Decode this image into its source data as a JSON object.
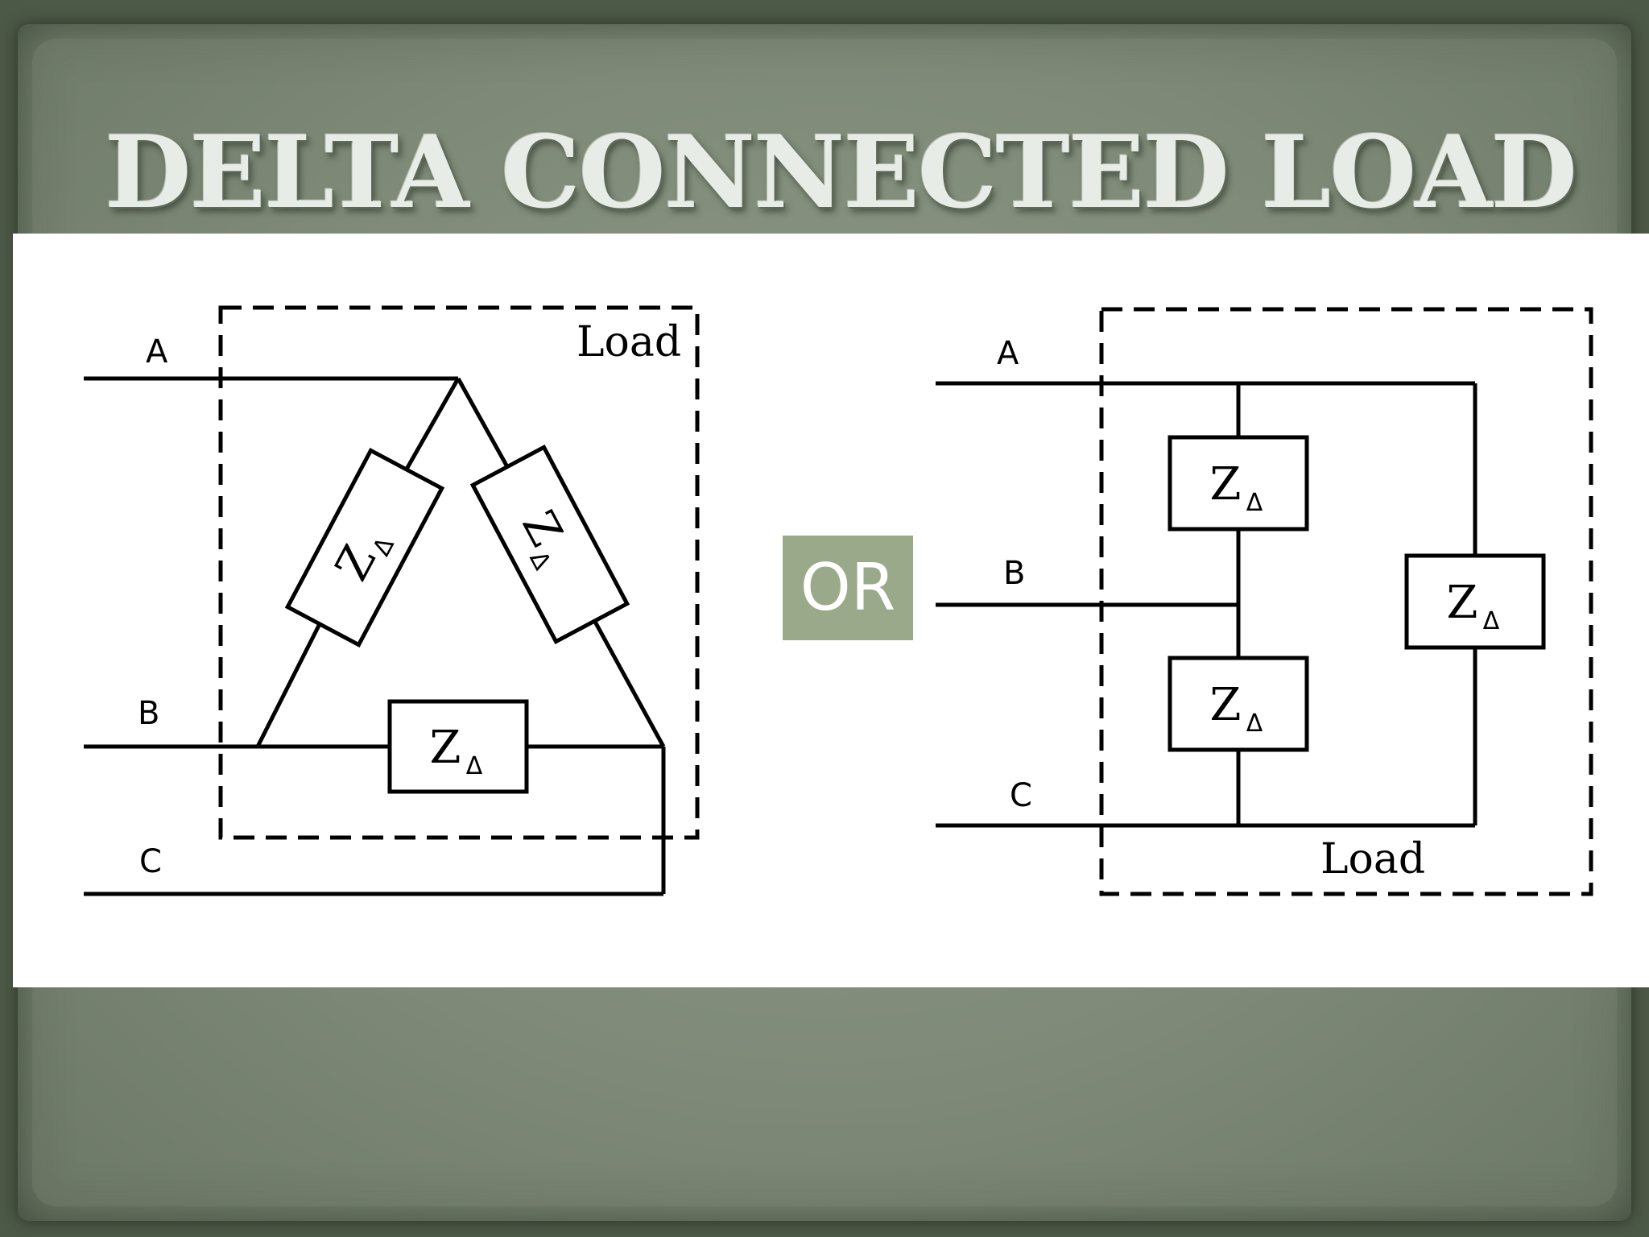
{
  "slide": {
    "title": "DELTA CONNECTED LOAD",
    "separator": "OR"
  },
  "left_diagram": {
    "box_label": "Load",
    "lines": [
      "A",
      "B",
      "C"
    ],
    "impedances": [
      {
        "name": "Z",
        "sub": "Δ"
      },
      {
        "name": "Z",
        "sub": "Δ"
      },
      {
        "name": "Z",
        "sub": "Δ"
      }
    ]
  },
  "right_diagram": {
    "box_label": "Load",
    "lines": [
      "A",
      "B",
      "C"
    ],
    "impedances": [
      {
        "name": "Z",
        "sub": "Δ"
      },
      {
        "name": "Z",
        "sub": "Δ"
      },
      {
        "name": "Z",
        "sub": "Δ"
      }
    ]
  }
}
